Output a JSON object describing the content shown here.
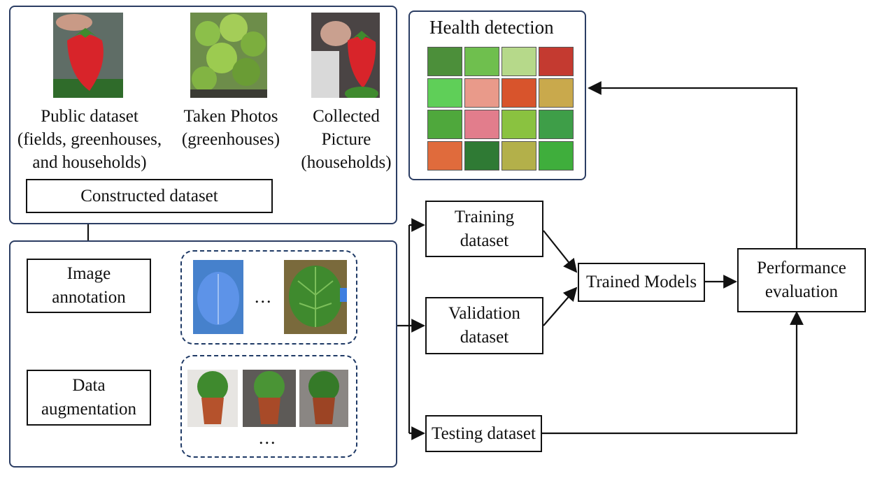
{
  "top_panel": {
    "captions": [
      "Public dataset\n(fields, greenhouses,\nand households)",
      "Taken Photos\n(greenhouses)",
      "Collected\nPicture\n(households)"
    ],
    "constructed": "Constructed  dataset"
  },
  "health": {
    "title": "Health detection"
  },
  "left_panel": {
    "annotation": "Image\nannotation",
    "augmentation": "Data\naugmentation",
    "ellipsis_1": "...",
    "ellipsis_2": "..."
  },
  "flow": {
    "training": "Training\ndataset",
    "validation": "Validation\ndataset",
    "testing": "Testing dataset",
    "trained": "Trained Models",
    "performance": "Performance\nevaluation"
  },
  "colors": {
    "panel_border": "#2b3d63",
    "dashed_border": "#1f3a66",
    "strawberry": "#d8242a",
    "leaf": "#3f8a2e",
    "annotation_mask": "#3f7fe0",
    "pot": "#b5522c"
  }
}
